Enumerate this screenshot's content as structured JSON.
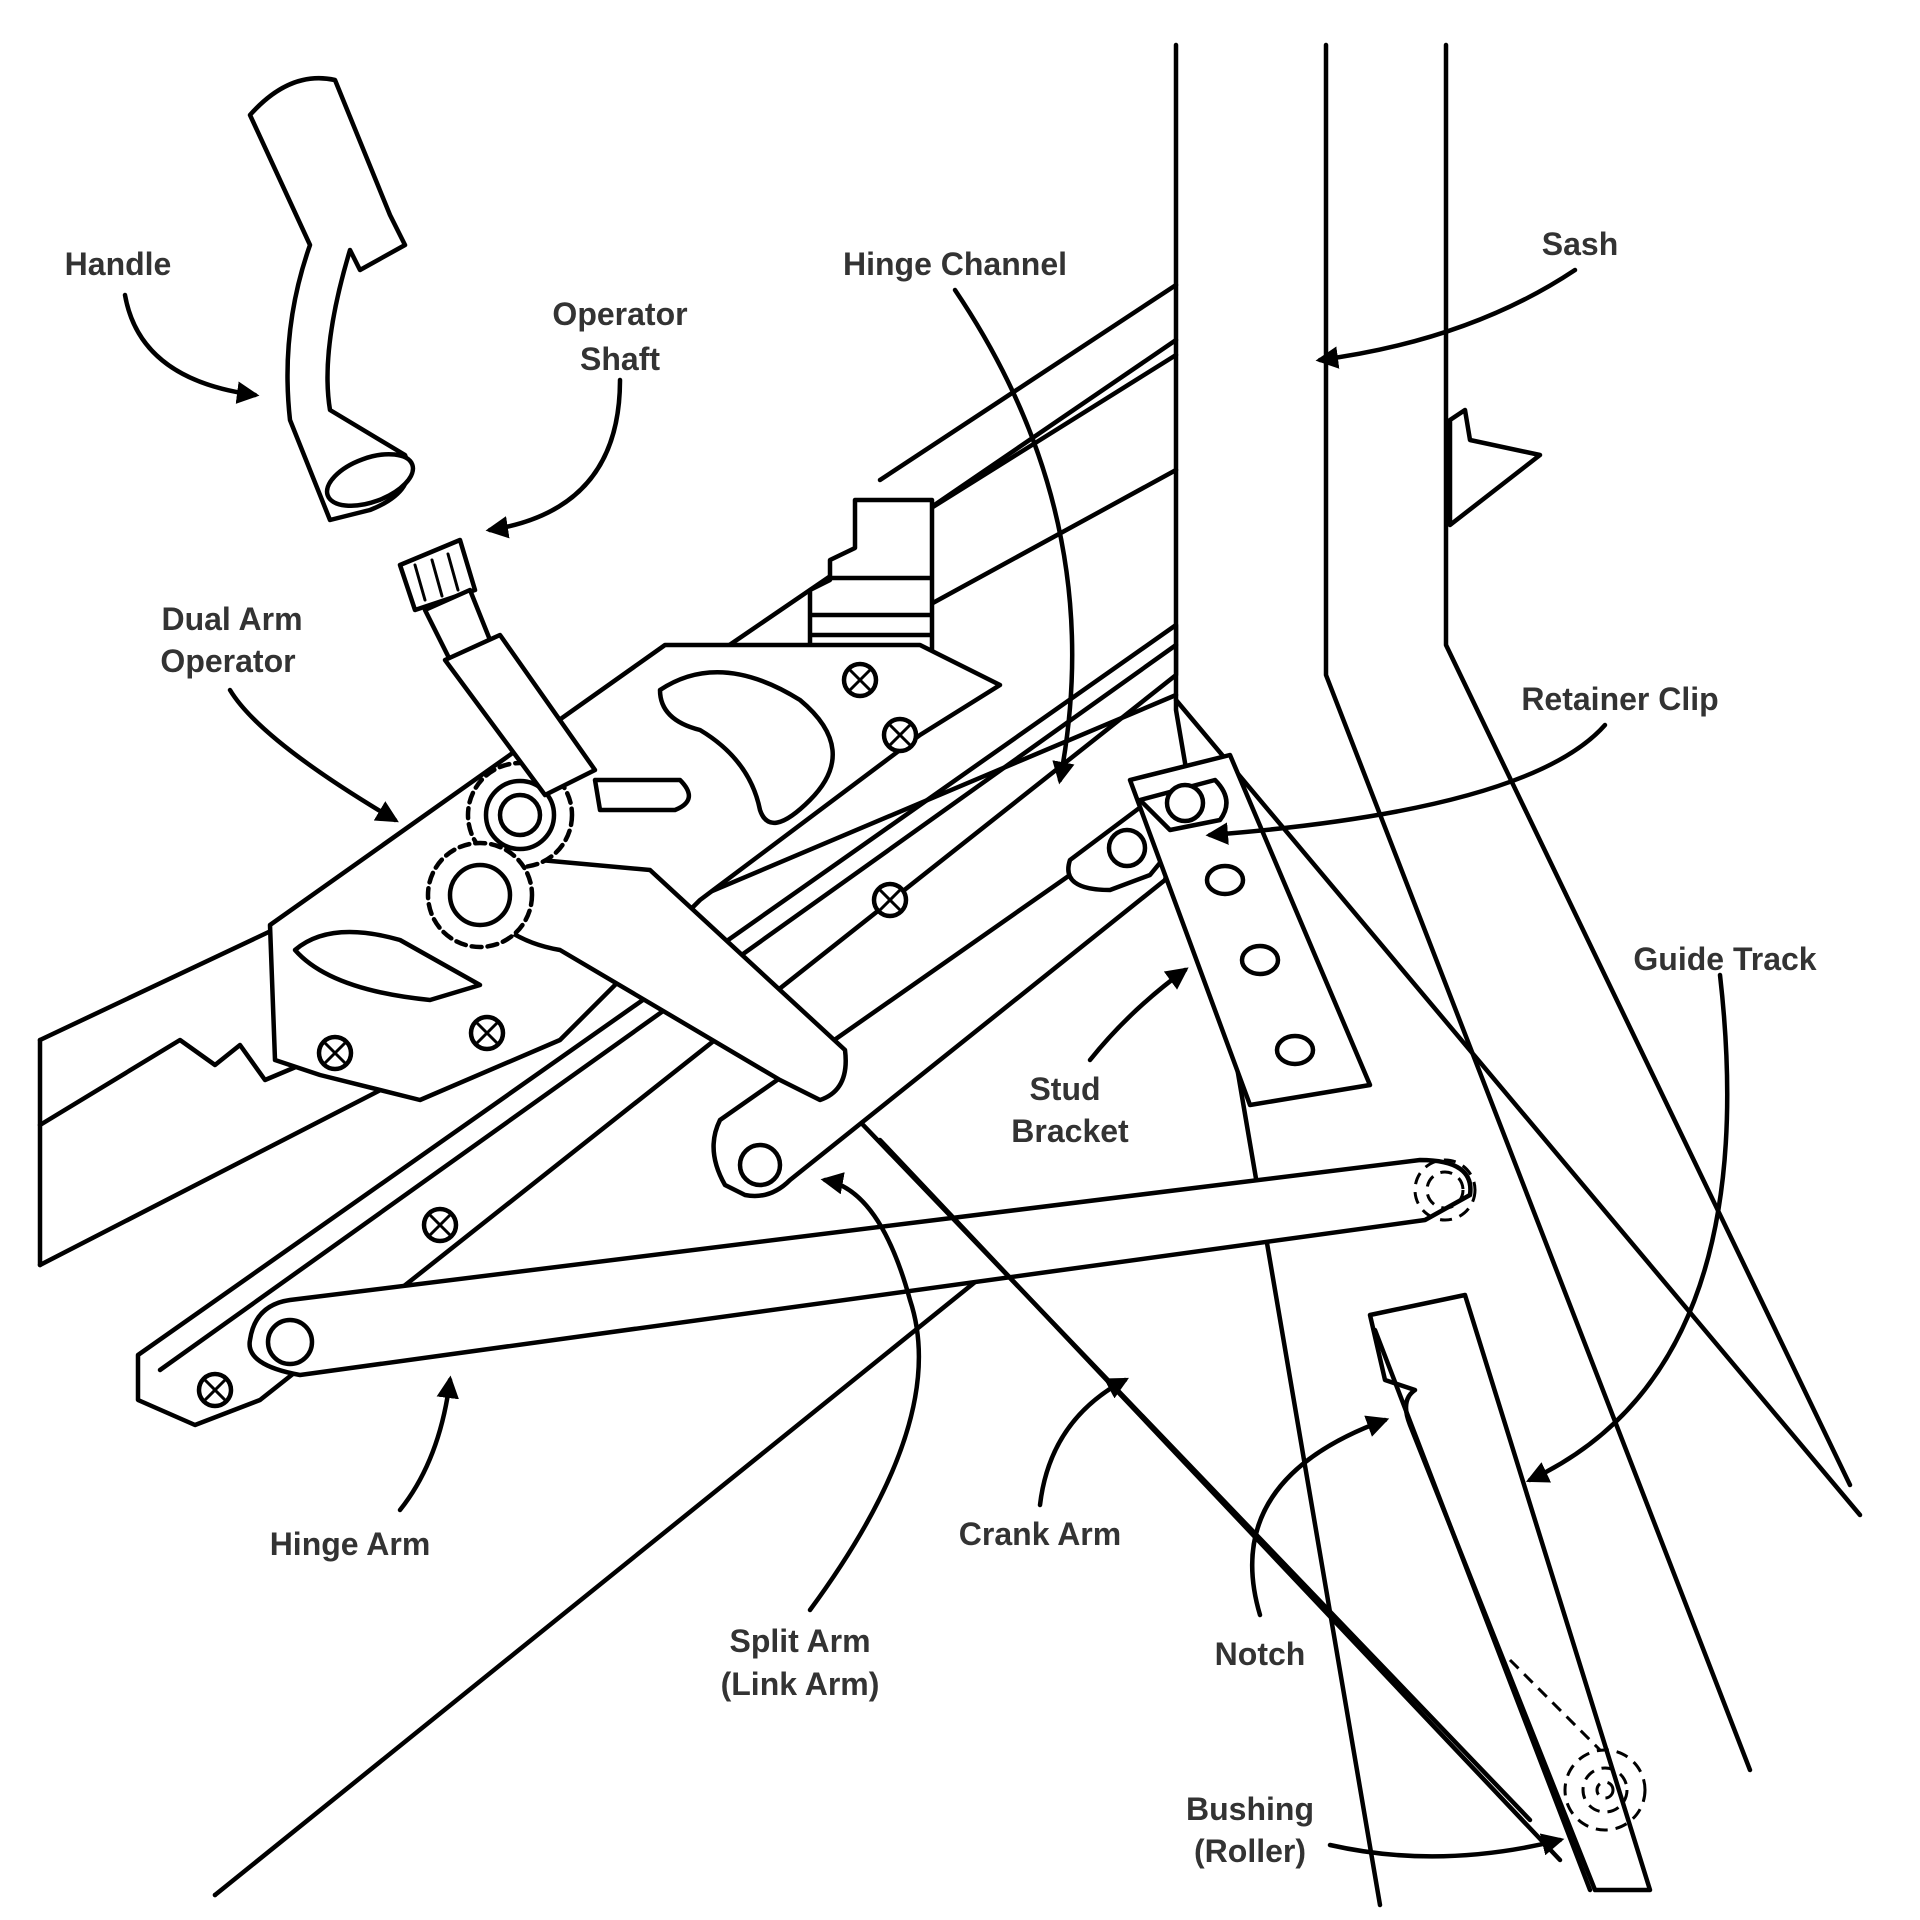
{
  "labels": {
    "handle": "Handle",
    "operator_shaft_1": "Operator",
    "operator_shaft_2": "Shaft",
    "dual_arm_1": "Dual Arm",
    "dual_arm_2": "Operator",
    "hinge_channel": "Hinge Channel",
    "sash": "Sash",
    "retainer_clip": "Retainer Clip",
    "guide_track": "Guide Track",
    "stud_bracket_1": "Stud",
    "stud_bracket_2": "Bracket",
    "hinge_arm": "Hinge Arm",
    "crank_arm": "Crank Arm",
    "split_arm_1": "Split Arm",
    "split_arm_2": "(Link Arm)",
    "notch": "Notch",
    "bushing_1": "Bushing",
    "bushing_2": "(Roller)"
  }
}
